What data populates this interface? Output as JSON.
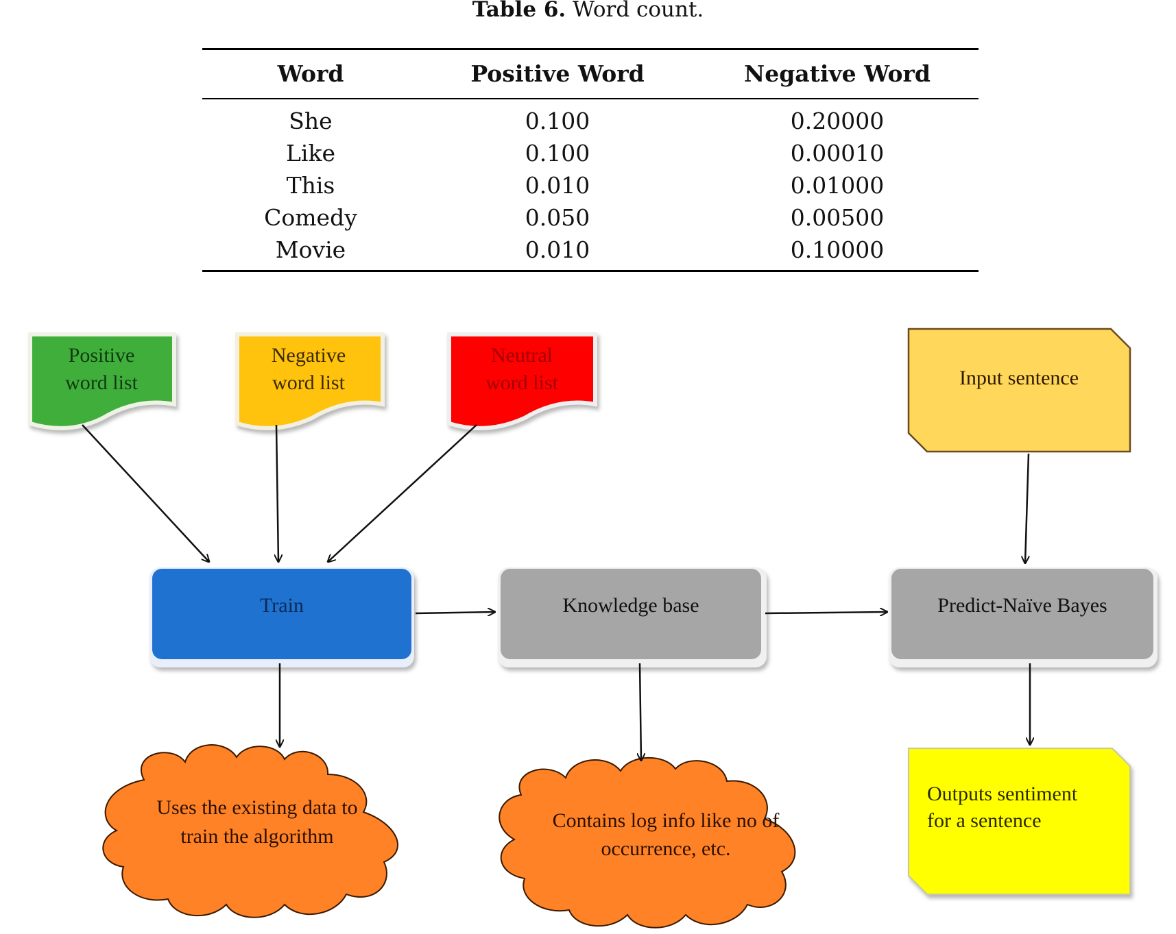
{
  "caption": {
    "label": "Table 6.",
    "text": "Word count."
  },
  "table": {
    "columns": [
      "Word",
      "Positive Word",
      "Negative Word"
    ],
    "rows": [
      [
        "She",
        "0.100",
        "0.20000"
      ],
      [
        "Like",
        "0.100",
        "0.00010"
      ],
      [
        "This",
        "0.010",
        "0.01000"
      ],
      [
        "Comedy",
        "0.050",
        "0.00500"
      ],
      [
        "Movie",
        "0.010",
        "0.10000"
      ]
    ]
  },
  "diagram": {
    "word_lists": [
      {
        "line1": "Positive",
        "line2": "word list",
        "color": "#3fae3a",
        "text_color": "#0f3a10"
      },
      {
        "line1": "Negative",
        "line2": "word list",
        "color": "#ffc20e",
        "text_color": "#3a2a00"
      },
      {
        "line1": "Neutral",
        "line2": "word list",
        "color": "#ff0000",
        "text_color": "#a00000"
      }
    ],
    "input": {
      "label": "Input sentence",
      "color": "#ffd75a"
    },
    "train": {
      "label": "Train",
      "color": "#1f72d0"
    },
    "knowledge": {
      "label": "Knowledge base",
      "color": "#a6a6a6"
    },
    "predict": {
      "label": "Predict-Naïve Bayes",
      "color": "#a6a6a6"
    },
    "cloud_train": {
      "line1": "Uses the existing data to",
      "line2": "train the algorithm",
      "color": "#ff8227"
    },
    "cloud_kb": {
      "line1": "Contains log info like no of",
      "line2": "occurrence, etc.",
      "color": "#ff8227"
    },
    "output": {
      "line1": "Outputs sentiment",
      "line2": "for a sentence",
      "color": "#ffff00"
    }
  }
}
